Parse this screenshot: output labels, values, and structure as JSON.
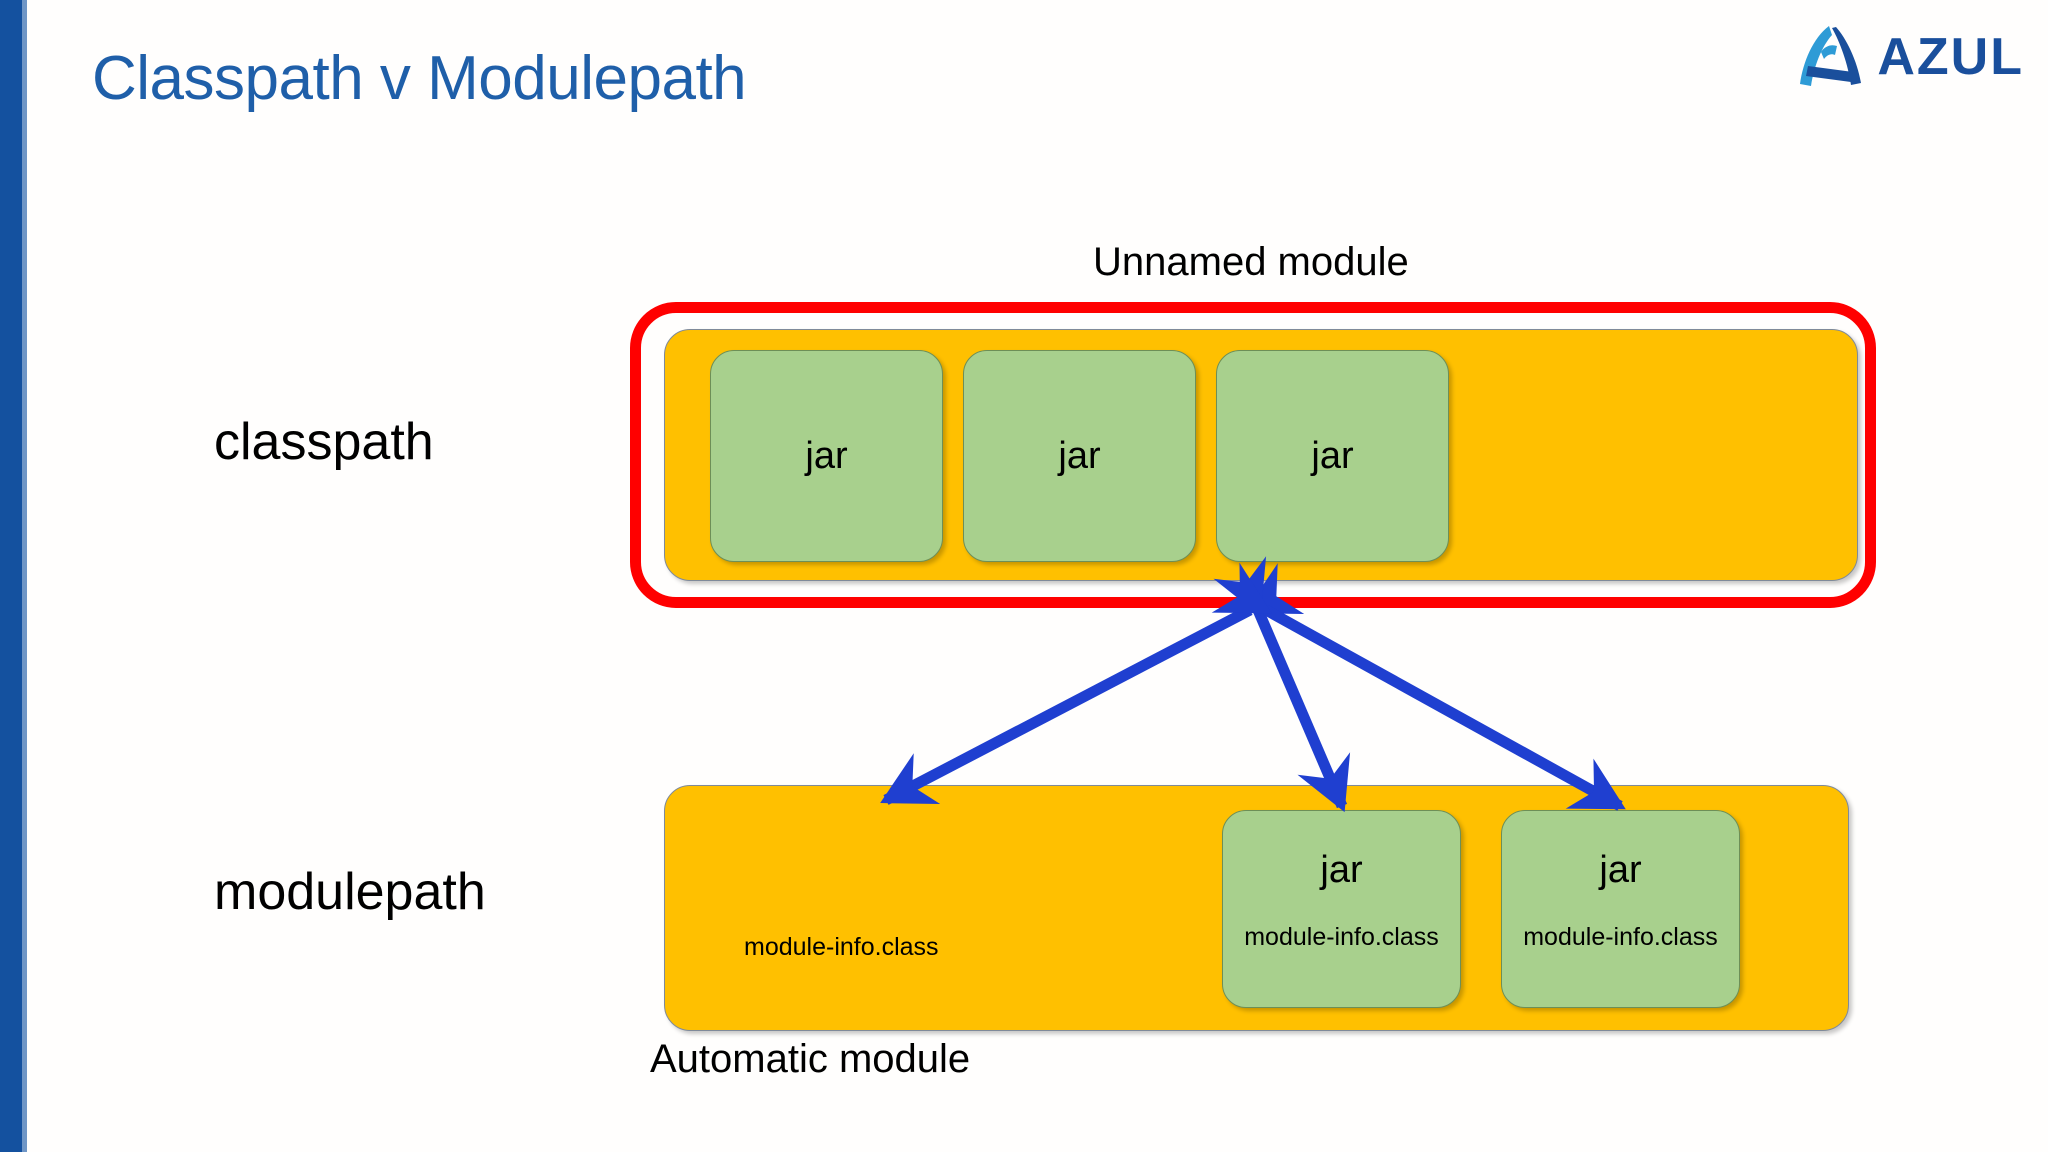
{
  "slide": {
    "title": "Classpath v Modulepath",
    "title_color": "#1F5FA9",
    "accent_bar_color": "#14519F",
    "background": "#fffefd"
  },
  "logo": {
    "wordmark": "AZUL",
    "mark_name": "azul-a-mark-icon",
    "color": "#1a4f9c"
  },
  "diagram": {
    "colors": {
      "container": "#FFC000",
      "jar": "#A8D08D",
      "highlight_outline": "#FF0000",
      "arrow": "#1F3FD0"
    },
    "rows": [
      {
        "label": "classpath",
        "caption": "Unnamed module",
        "caption_position": "top",
        "outlined": true,
        "jars": [
          {
            "title": "jar",
            "subtitle": ""
          },
          {
            "title": "jar",
            "subtitle": ""
          },
          {
            "title": "jar",
            "subtitle": ""
          }
        ]
      },
      {
        "label": "modulepath",
        "caption": "Automatic module",
        "caption_position": "bottom",
        "outlined": false,
        "container_note": "module-info.class",
        "jars": [
          {
            "title": "jar",
            "subtitle": "module-info.class"
          },
          {
            "title": "jar",
            "subtitle": "module-info.class"
          }
        ]
      }
    ],
    "arrows": {
      "style": "double-headed",
      "count": 3,
      "description": "three double-headed arrows linking the classpath unnamed module to the modulepath automatic module and its two modular jars"
    }
  }
}
